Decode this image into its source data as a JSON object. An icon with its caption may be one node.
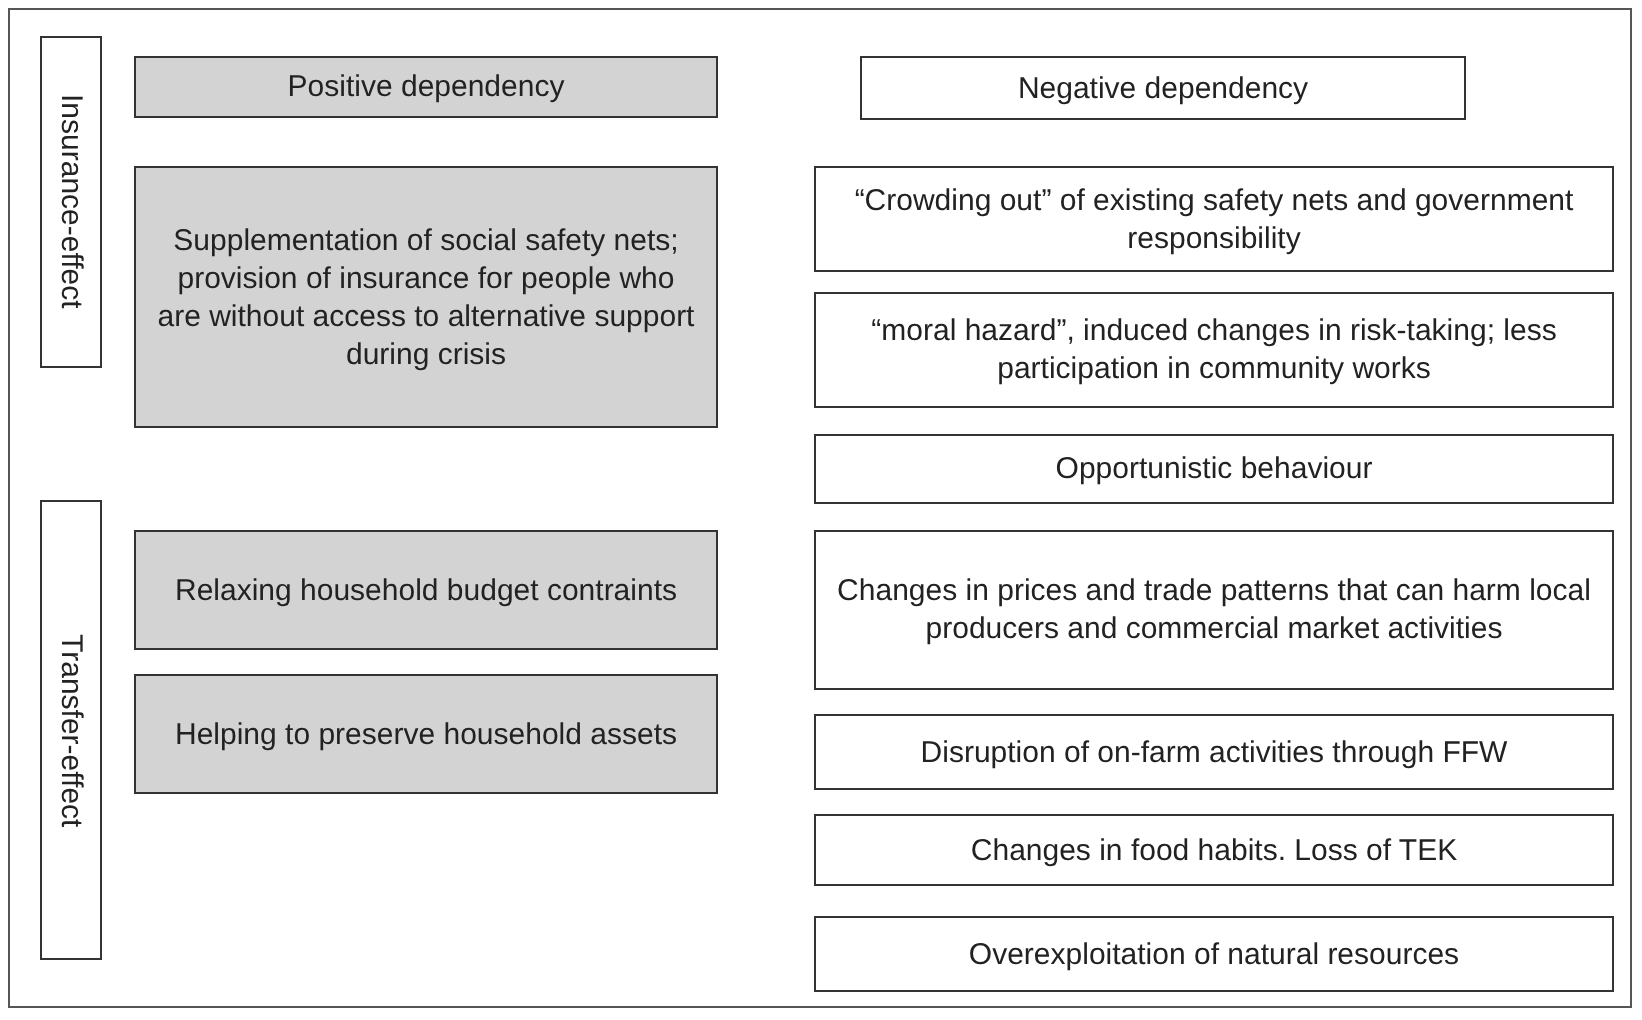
{
  "diagram": {
    "nodes": [
      {
        "text": [
          "Insurance-effect"
        ]
      },
      {
        "text": [
          "Positive dependency"
        ]
      },
      {
        "text": [
          "Negative dependency"
        ]
      },
      {
        "text": [
          "Supplementation of social safety nets; provision of insurance for people who are without access to alternative support during crisis"
        ]
      },
      {
        "text": [
          "“Crowding out” of existing safety nets and government responsibility"
        ]
      },
      {
        "text": [
          "“moral hazard”, induced changes in risk-taking; less participation in community works"
        ]
      },
      {
        "text": [
          "Opportunistic behaviour"
        ]
      },
      {
        "text": [
          "Transfer-effect"
        ]
      },
      {
        "text": [
          "Relaxing household budget contraints"
        ]
      },
      {
        "text": [
          "Changes in prices and trade patterns that can harm local producers and commercial market activities"
        ]
      },
      {
        "text": [
          "Helping to preserve household assets"
        ]
      },
      {
        "text": [
          "Disruption of on-farm activities through FFW"
        ]
      },
      {
        "text": [
          "Changes in food habits. Loss of TEK"
        ]
      },
      {
        "text": [
          "Overexploitation of natural resources"
        ]
      }
    ],
    "edges": []
  }
}
